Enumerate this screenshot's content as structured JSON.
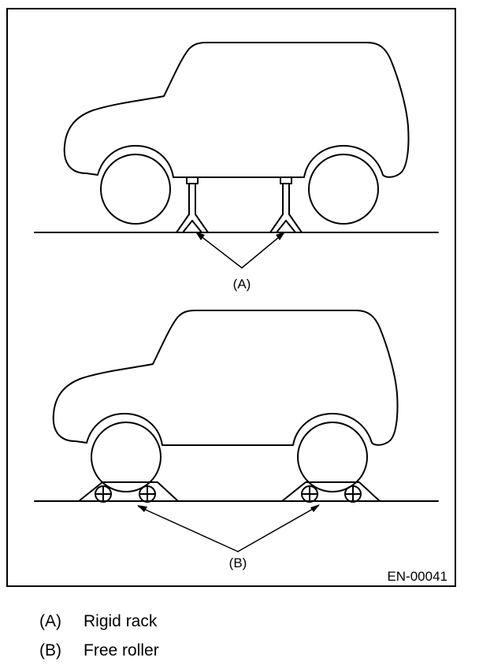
{
  "figure": {
    "code": "EN-00041",
    "callouts": {
      "a": "(A)",
      "b": "(B)"
    }
  },
  "legend": {
    "items": [
      {
        "key": "(A)",
        "text": "Rigid rack"
      },
      {
        "key": "(B)",
        "text": "Free roller"
      }
    ]
  }
}
